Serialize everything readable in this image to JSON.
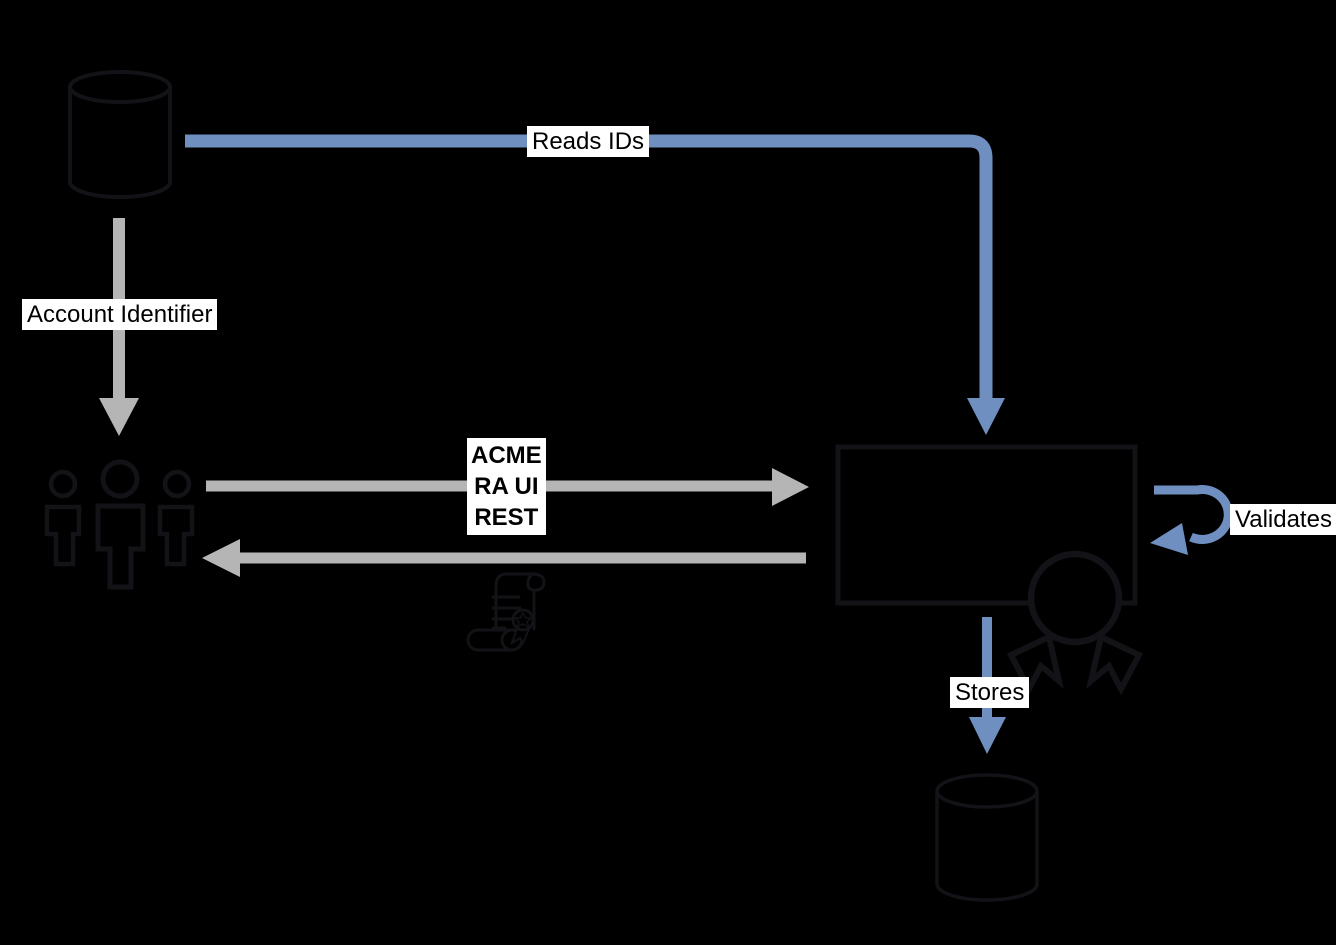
{
  "diagram": {
    "type": "flow-diagram",
    "colors": {
      "flow-blue": "#6f8fc1",
      "flow-gray": "#b5b5b5",
      "shape-stroke": "#121217",
      "label-bg": "#ffffff",
      "label-text": "#000000",
      "canvas-bg": "#000000"
    },
    "labels": {
      "reads_ids": "Reads IDs",
      "account_identifier": "Account Identifier",
      "request_lines": [
        "ACME",
        "RA UI",
        "REST"
      ],
      "validates": "Validates",
      "stores": "Stores"
    },
    "nodes": {
      "source_database": {
        "icon": "database-cylinder-icon"
      },
      "account_holders": {
        "icon": "user-group-icon"
      },
      "service_box": {
        "icon": "rectangle-node"
      },
      "certificate_badge": {
        "icon": "award-ribbon-icon"
      },
      "certificate_scroll": {
        "icon": "certificate-scroll-icon"
      },
      "storage_database": {
        "icon": "database-cylinder-icon"
      }
    },
    "edges": [
      {
        "from": "source_database",
        "to": "service_box",
        "label": "Reads IDs",
        "color": "flow-blue"
      },
      {
        "from": "source_database",
        "to": "account_holders",
        "label": "Account Identifier",
        "color": "flow-gray"
      },
      {
        "from": "account_holders",
        "to": "service_box",
        "label": "ACME RA UI REST",
        "color": "flow-gray"
      },
      {
        "from": "service_box",
        "to": "account_holders",
        "label": "",
        "color": "flow-gray"
      },
      {
        "from": "service_box",
        "to": "service_box",
        "label": "Validates",
        "color": "flow-blue"
      },
      {
        "from": "service_box",
        "to": "storage_database",
        "label": "Stores",
        "color": "flow-blue"
      }
    ]
  }
}
